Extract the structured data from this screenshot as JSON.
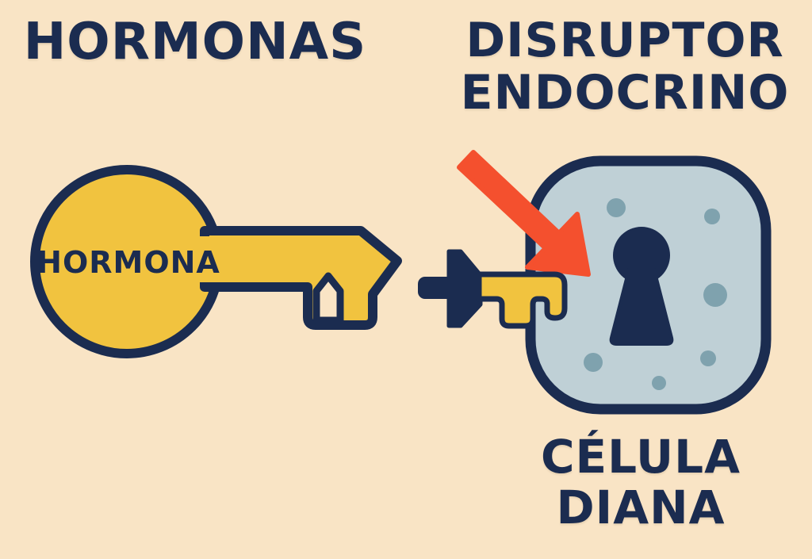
{
  "titles": {
    "left": "HORMONAS",
    "right_line1": "DISRUPTOR",
    "right_line2": "ENDOCRINO",
    "caption_line1": "CÉLULA",
    "caption_line2": "DIANA"
  },
  "key": {
    "label": "HORMONA"
  },
  "icons": {
    "hormone_key": "large yellow key with round head pointing right",
    "disruptor_key": "small broken dark key fragment with yellow bit",
    "disruptor_arrow": "red arrow pointing at the cell keyhole",
    "target_cell": "rounded light-blue cell with dark keyhole and dots"
  },
  "colors": {
    "background": "#f9e4c5",
    "ink": "#1b2c50",
    "key_yellow": "#f1c33f",
    "arrow_red": "#f4502e",
    "cell_blue": "#bfd0d6",
    "cell_dot": "#7fa2ae"
  }
}
